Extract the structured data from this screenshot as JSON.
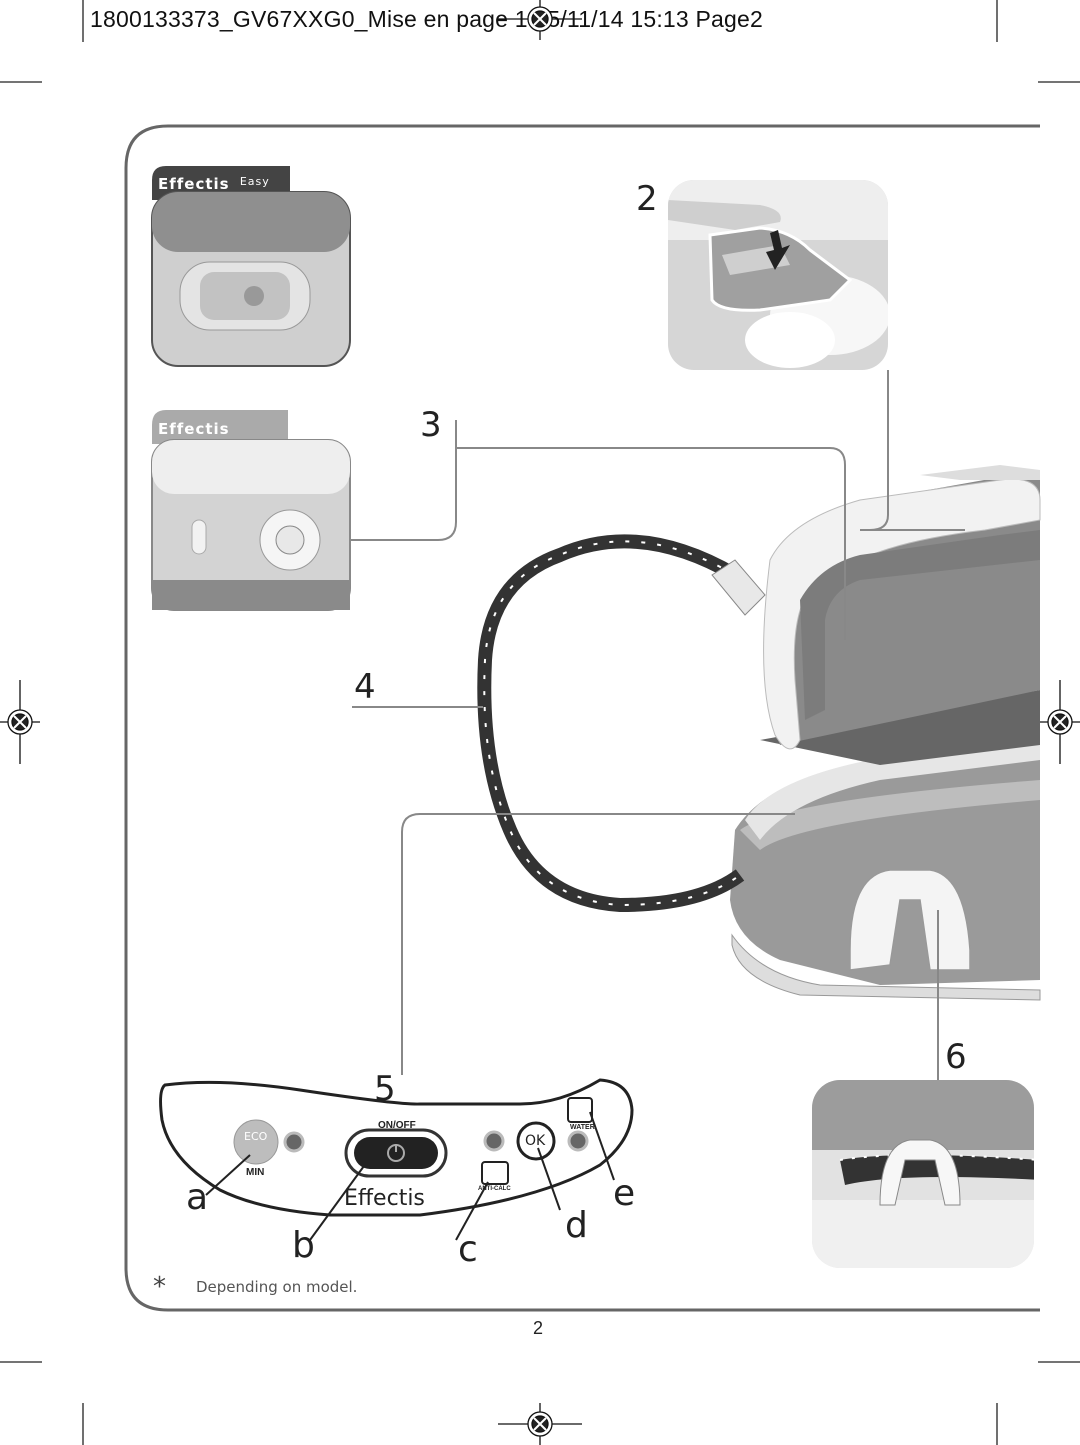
{
  "header": {
    "text": "1800133373_GV67XXG0_Mise en page 1 05/11/14  15:13  Page2"
  },
  "brands": {
    "effectis_easy_main": "Effectis",
    "effectis_easy_sub": "Easy",
    "effectis": "Effectis",
    "panel_brand": "Effectis"
  },
  "callouts": {
    "n2": "2",
    "n3": "3",
    "n4": "4",
    "n5": "5",
    "n6": "6"
  },
  "panel": {
    "eco": "ECO",
    "min": "MIN",
    "onoff": "ON/OFF",
    "ok": "OK",
    "water": "WATER",
    "anticalc": "ANTI-CALC"
  },
  "letters": {
    "a": "a",
    "b": "b",
    "c": "c",
    "d": "d",
    "e": "e"
  },
  "footnote": {
    "mark": "*",
    "text": "Depending on model."
  },
  "page_number": "2"
}
